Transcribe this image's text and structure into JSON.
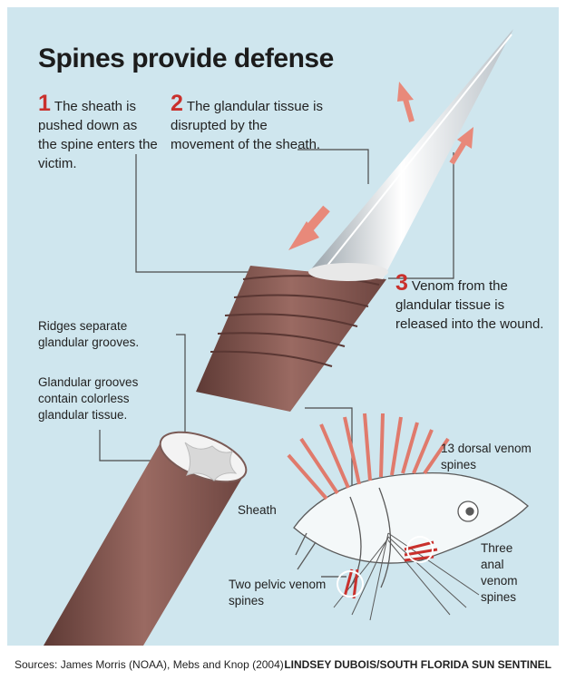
{
  "title": "Spines provide defense",
  "steps": [
    {
      "number": "1",
      "text": "The sheath is pushed down as the spine enters the victim."
    },
    {
      "number": "2",
      "text": "The glandular tissue is disrupted by the movement of the sheath."
    },
    {
      "number": "3",
      "text": "Venom from the glandular tissue is released into the wound."
    }
  ],
  "labels": {
    "ridges": "Ridges separate glandular grooves.",
    "grooves": "Glandular grooves contain colorless glandular tissue.",
    "sheath": "Sheath",
    "dorsal": "13 dorsal venom spines",
    "anal": "Three anal venom spines",
    "pelvic": "Two pelvic venom spines"
  },
  "footer": {
    "sources": "Sources: James Morris (NOAA), Mebs and Knop (2004)",
    "credit": "LINDSEY DUBOIS/SOUTH FLORIDA SUN SENTINEL"
  },
  "colors": {
    "background": "#cfe6ee",
    "accent_red": "#c9302c",
    "arrow": "#e8897a",
    "sheath_brown": "#8a5a52"
  }
}
